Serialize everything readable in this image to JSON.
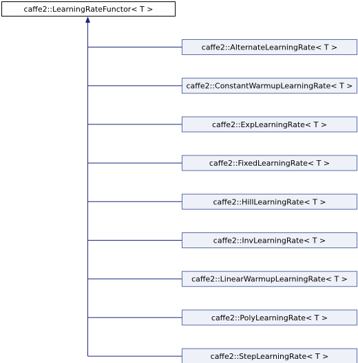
{
  "diagram": {
    "base_class": "caffe2::LearningRateFunctor< T >",
    "derived_classes": [
      "caffe2::AlternateLearningRate< T >",
      "caffe2::ConstantWarmupLearningRate< T >",
      "caffe2::ExpLearningRate< T >",
      "caffe2::FixedLearningRate< T >",
      "caffe2::HillLearningRate< T >",
      "caffe2::InvLearningRate< T >",
      "caffe2::LinearWarmupLearningRate< T >",
      "caffe2::PolyLearningRate< T >",
      "caffe2::StepLearningRate< T >"
    ],
    "colors": {
      "edge": "#1a237e",
      "child_fill": "#eef1f8",
      "child_border": "#5a6ba5",
      "base_fill": "#ffffff",
      "base_border": "#000000"
    }
  }
}
